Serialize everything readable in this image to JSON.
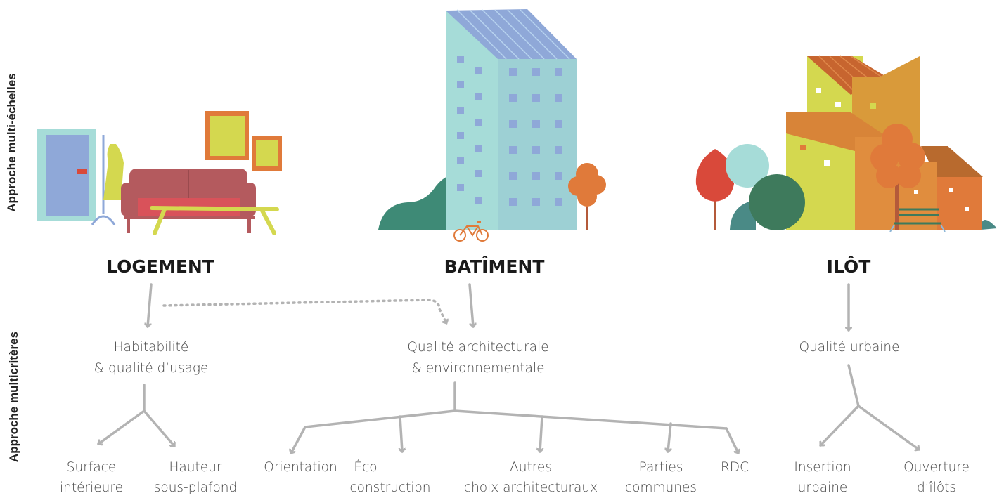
{
  "side_labels": {
    "top": "Approche multi-échelles",
    "bottom": "Approche multicritères"
  },
  "levels": {
    "logement": "LOGEMENT",
    "batiment": "BATÎMENT",
    "ilot": "ILÔT"
  },
  "criteria": {
    "logement": [
      "Habitabilité",
      "& qualité d’usage"
    ],
    "batiment": [
      "Qualité architecturale",
      "& environnementale"
    ],
    "ilot": [
      "Qualité urbaine"
    ]
  },
  "leaves": {
    "surface": [
      "Surface",
      "intérieure"
    ],
    "hauteur": [
      "Hauteur",
      "sous-plafond"
    ],
    "orientation": [
      "Orientation"
    ],
    "eco": [
      "Éco",
      "construction"
    ],
    "autres": [
      "Autres",
      "choix architecturaux"
    ],
    "parties": [
      "Parties",
      "communes"
    ],
    "rdc": [
      "RDC"
    ],
    "insertion": [
      "Insertion",
      "urbaine"
    ],
    "ouverture": [
      "Ouverture",
      "d’îlôts"
    ]
  },
  "colors": {
    "arrow": "#b3b3b3",
    "text_light": "#4a4a4a",
    "text_dark": "#1a1a1a",
    "teal": "#a6dcd8",
    "blue": "#8fa8d8",
    "yellow": "#d4d84f",
    "orange": "#e07a3a",
    "dark_green": "#3e7a5c",
    "red_sofa": "#b45a5e"
  }
}
